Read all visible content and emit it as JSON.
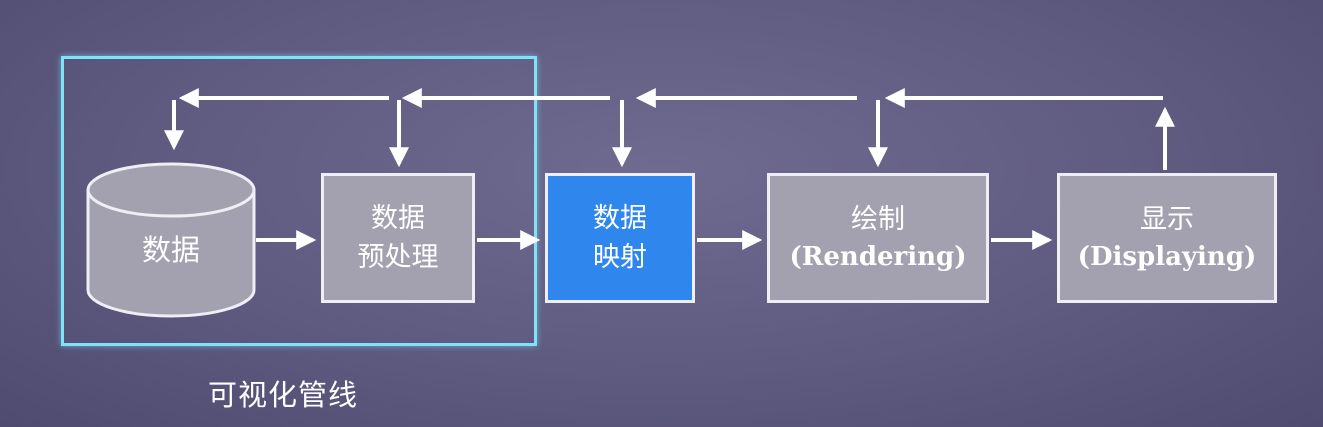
{
  "diagram": {
    "nodes": {
      "data_store": {
        "label": "数据"
      },
      "preprocess": {
        "line1": "数据",
        "line2": "预处理"
      },
      "mapping": {
        "line1": "数据",
        "line2": "映射"
      },
      "rendering": {
        "line1": "绘制",
        "line2": "(Rendering)"
      },
      "display": {
        "line1": "显示",
        "line2": "(Displaying)"
      }
    },
    "pipeline_label": "可视化管线",
    "colors": {
      "background": "#605b82",
      "box_fill": "#a3a1b0",
      "box_border": "#eeeef4",
      "highlight_fill": "#2f87ee",
      "frame_border": "#7fe3f6",
      "arrow": "#ffffff"
    }
  }
}
